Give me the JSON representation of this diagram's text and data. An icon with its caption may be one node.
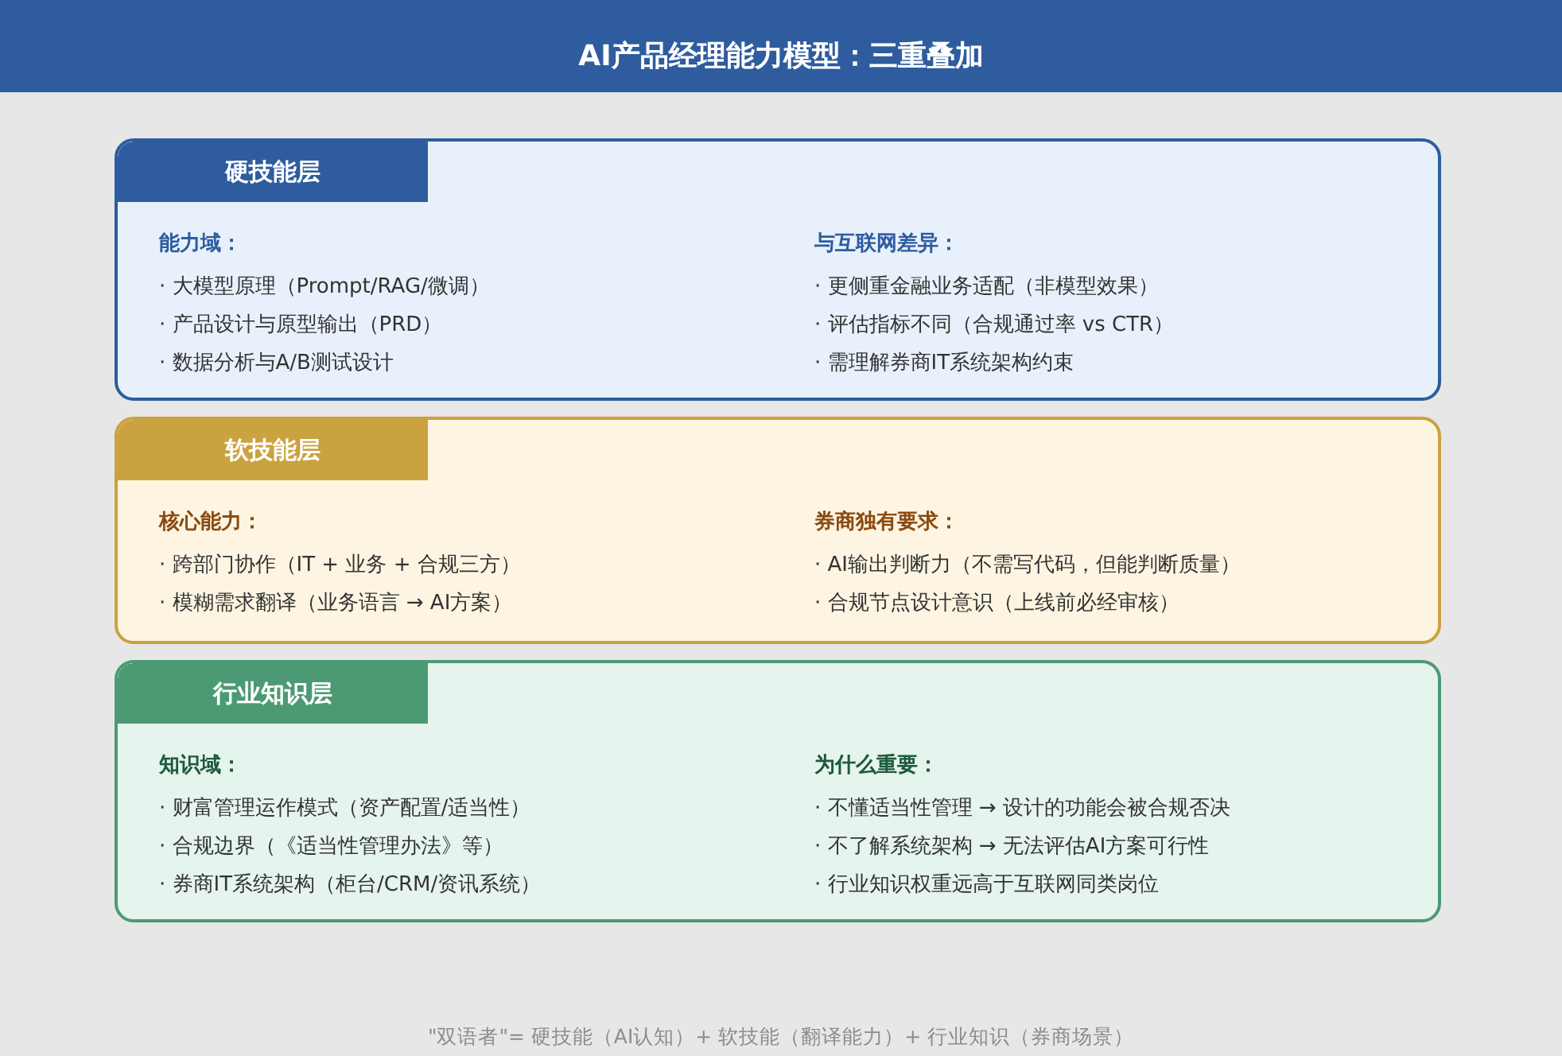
{
  "diagram": {
    "title": "AI产品经理能力模型：三重叠加",
    "nodes": [
      {
        "text": [
          "能力域：",
          "· 大模型原理（Prompt/RAG/微调）",
          "· 产品设计与原型输出（PRD）",
          "· 数据分析与A/B测试设计",
          "与互联网差异：",
          "· 更侧重金融业务适配（非模型效果）",
          "· 评估指标不同（合规通过率 vs CTR）",
          "· 需理解券商IT系统架构约束"
        ]
      },
      {
        "text": [
          "硬技能层"
        ],
        "in": 0
      },
      {
        "text": [
          "核心能力：",
          "· 跨部门协作（IT + 业务 + 合规三方）",
          "· 模糊需求翻译（业务语言 → AI方案）",
          "券商独有要求：",
          "· AI输出判断力（不需写代码，但能判断质量）",
          "· 合规节点设计意识（上线前必经审核）"
        ]
      },
      {
        "text": [
          "软技能层"
        ],
        "in": 2
      },
      {
        "text": [
          "知识域：",
          "· 财富管理运作模式（资产配置/适当性）",
          "· 合规边界（《适当性管理办法》等）",
          "· 券商IT系统架构（柜台/CRM/资讯系统）",
          "为什么重要：",
          "· 不懂适当性管理 → 设计的功能会被合规否决",
          "· 不了解系统架构 → 无法评估AI方案可行性",
          "· 行业知识权重远高于互联网同类岗位"
        ]
      },
      {
        "text": [
          "行业知识层"
        ],
        "in": 4
      }
    ],
    "caption": "\"双语者\"= 硬技能（AI认知）+ 软技能（翻译能力）+ 行业知识（券商场景）"
  }
}
